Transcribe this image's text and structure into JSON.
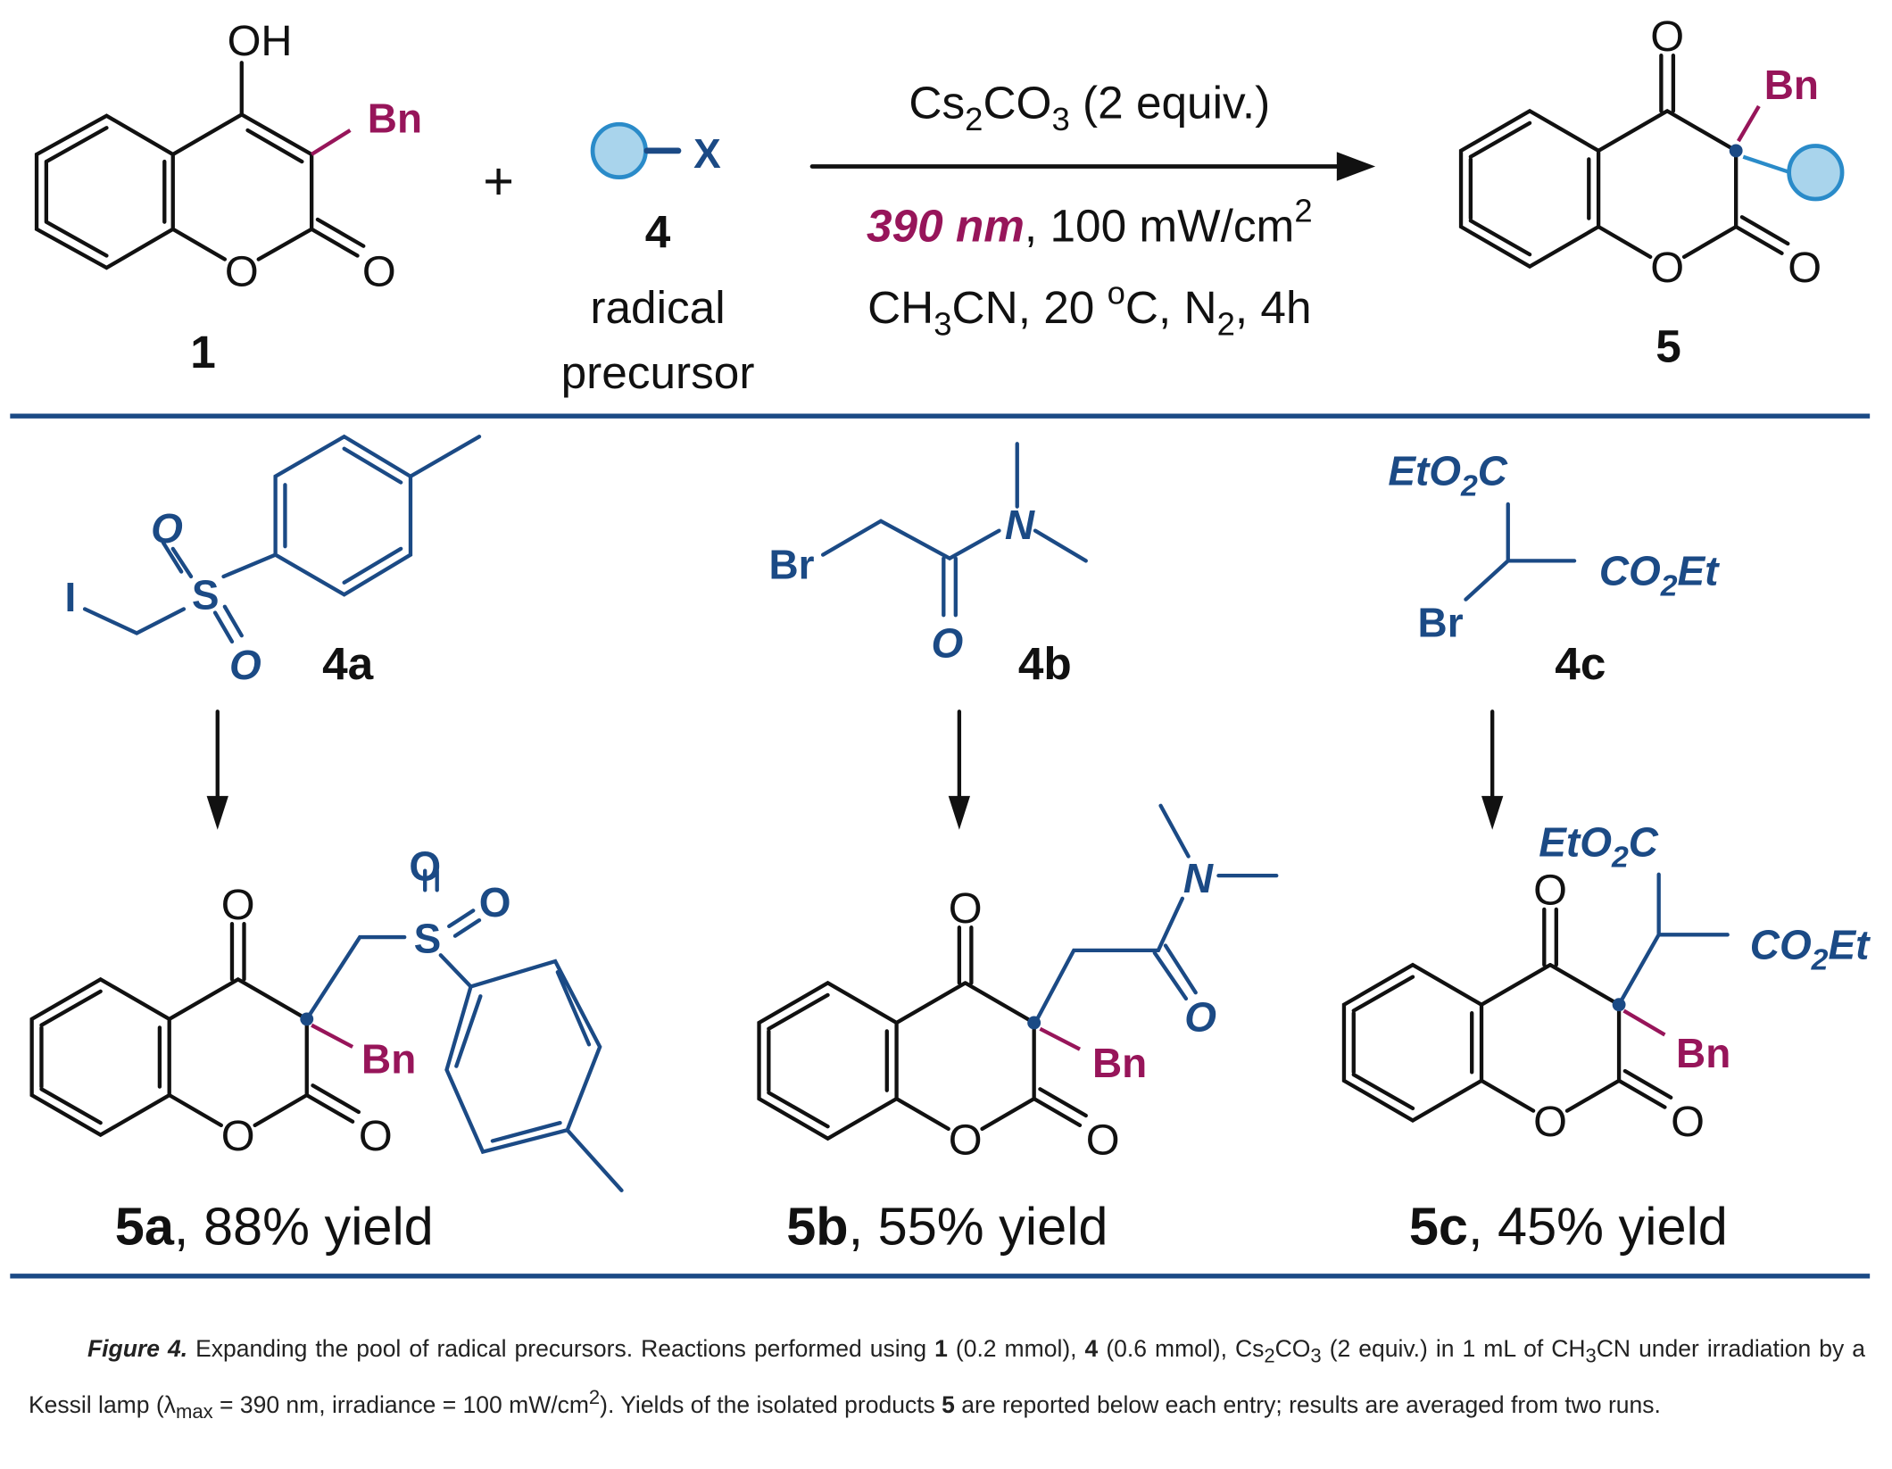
{
  "colors": {
    "black": "#111111",
    "blue": "#1b4a85",
    "magenta": "#97155a",
    "radical_fill": "#a9d4ec",
    "radical_stroke": "#2a8bc9"
  },
  "scheme": {
    "reactant1": {
      "label": "1",
      "oh": "OH",
      "bn": "Bn",
      "ring_o": "O",
      "carbonyl_o": "O"
    },
    "plus": "+",
    "reactant4": {
      "x": "X",
      "label": "4",
      "desc1": "radical",
      "desc2": "precursor"
    },
    "conditions": {
      "line1_a": "Cs",
      "line1_sub1": "2",
      "line1_b": "CO",
      "line1_sub2": "3",
      "line1_c": " (2 equiv.)",
      "line2_wavelength": "390 nm",
      "line2_rest": ", 100 mW/cm",
      "line2_sup": "2",
      "line3_a": "CH",
      "line3_sub1": "3",
      "line3_b": "CN, 20 ",
      "line3_sup": "o",
      "line3_c": "C, N",
      "line3_sub2": "2",
      "line3_d": ", 4h"
    },
    "product5": {
      "label": "5",
      "bn": "Bn",
      "o": "O"
    }
  },
  "precursors": [
    {
      "label": "4a",
      "atoms": {
        "i": "I",
        "s": "S",
        "o": "O"
      }
    },
    {
      "label": "4b",
      "atoms": {
        "br": "Br",
        "n": "N",
        "o": "O"
      }
    },
    {
      "label": "4c",
      "atoms": {
        "ester1": "EtO",
        "ester1_sub": "2",
        "ester1_end": "C",
        "ester2": "CO",
        "ester2_sub": "2",
        "ester2_end": "Et",
        "br": "Br"
      }
    }
  ],
  "products": [
    {
      "label": "5a",
      "yield": ", 88% yield"
    },
    {
      "label": "5b",
      "yield": ", 55% yield"
    },
    {
      "label": "5c",
      "yield": ", 45% yield"
    }
  ],
  "caption": {
    "figure": "Figure 4.",
    "t1": " Expanding the pool of radical precursors. Reactions performed using ",
    "b1": "1",
    "t2": " (0.2 mmol), ",
    "b2": "4",
    "t3": " (0.6 mmol), Cs",
    "s1": "2",
    "t4": "CO",
    "s2": "3",
    "t5": " (2 equiv.) in 1 mL of CH",
    "s3": "3",
    "t6": "CN under irradiation by a Kessil lamp (λ",
    "s4": "max",
    "t7": " = 390 nm, irradiance = 100 mW/cm",
    "sup1": "2",
    "t8": "). Yields of the isolated products ",
    "b3": "5",
    "t9": " are reported below each entry; results are averaged from two runs."
  }
}
